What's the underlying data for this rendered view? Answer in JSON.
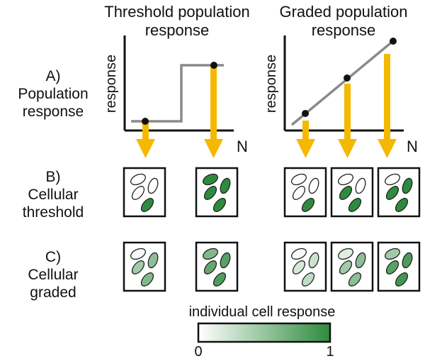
{
  "titles": {
    "threshold": [
      "Threshold population",
      "response"
    ],
    "graded": [
      "Graded population",
      "response"
    ]
  },
  "row_labels": {
    "a": [
      "A)",
      "Population",
      "response"
    ],
    "b": [
      "B)",
      "Cellular",
      "threshold"
    ],
    "c": [
      "C)",
      "Cellular",
      "graded"
    ]
  },
  "axis": {
    "y_label": "response",
    "x_label": "N"
  },
  "colorbar": {
    "title": "individual cell response",
    "min_label": "0",
    "max_label": "1",
    "color_low": "#ffffff",
    "color_high": "#2e8b3e"
  },
  "colors": {
    "arrow": "#f5b800",
    "curve": "#8a8a8a",
    "axis": "#111111"
  },
  "panels": {
    "threshold": [
      {
        "cellular_threshold": [
          0,
          0,
          0,
          1
        ],
        "cellular_graded": [
          0.05,
          0.55,
          0.45,
          0.6
        ]
      },
      {
        "cellular_threshold": [
          1,
          1,
          1,
          1
        ],
        "cellular_graded": [
          0.6,
          0.8,
          0.75,
          0.85
        ]
      }
    ],
    "graded": [
      {
        "cellular_threshold": [
          0,
          0,
          0,
          1
        ],
        "cellular_graded": [
          0.05,
          0.25,
          0.2,
          0.3
        ]
      },
      {
        "cellular_threshold": [
          0,
          0,
          1,
          1
        ],
        "cellular_graded": [
          0.15,
          0.55,
          0.45,
          0.55
        ]
      },
      {
        "cellular_threshold": [
          0,
          1,
          1,
          1
        ],
        "cellular_graded": [
          0.45,
          0.85,
          0.8,
          0.9
        ]
      }
    ]
  }
}
